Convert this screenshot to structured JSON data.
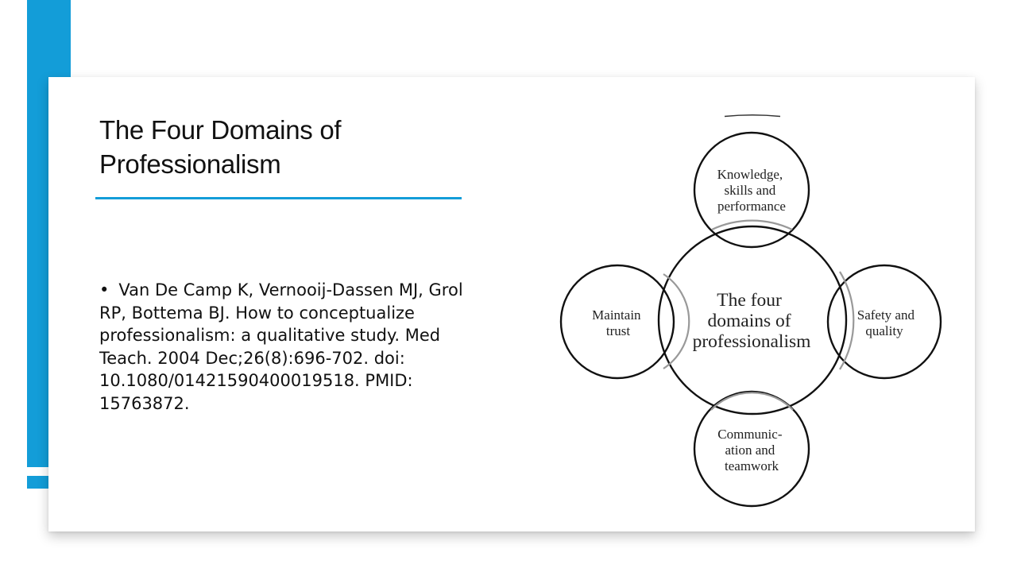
{
  "slide": {
    "title": "The Four Domains of Professionalism",
    "bullet": "•",
    "reference": "Van De Camp K, Vernooij-Dassen MJ, Grol RP, Bottema BJ. How to conceptualize professionalism: a qualitative study. Med Teach. 2004 Dec;26(8):696-702. doi: 10.1080/01421590400019518. PMID: 15763872."
  },
  "colors": {
    "accent": "#139dd8",
    "background": "#ffffff",
    "text": "#111111"
  },
  "diagram": {
    "center": [
      "The four",
      "domains of",
      "professionalism"
    ],
    "top": [
      "Knowledge,",
      "skills and",
      "performance"
    ],
    "left": [
      "Maintain",
      "trust"
    ],
    "right": [
      "Safety and",
      "quality"
    ],
    "bottom": [
      "Communic-",
      "ation and",
      "teamwork"
    ]
  }
}
